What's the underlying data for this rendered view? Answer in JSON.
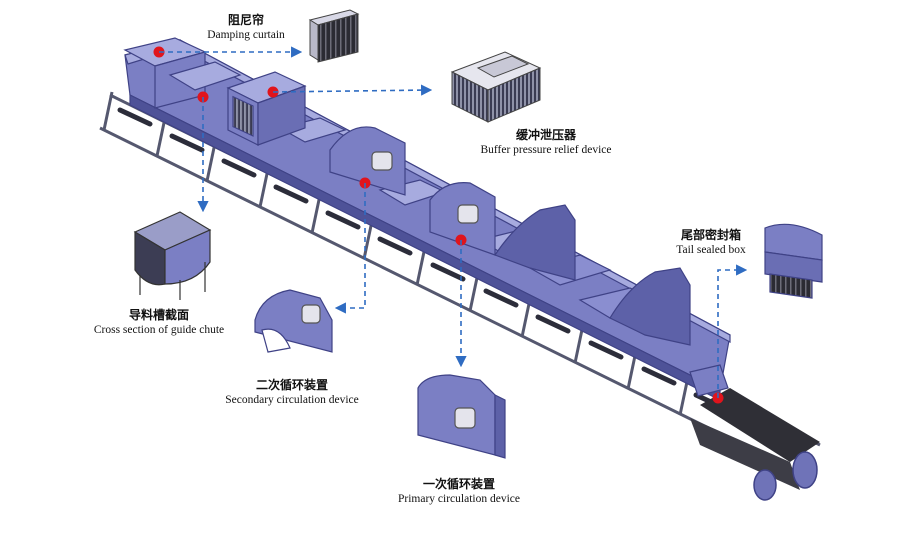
{
  "colors": {
    "machine": "#7b7fc4",
    "machine_dark": "#4e5298",
    "machine_light": "#a7abdf",
    "frame": "#55586f",
    "belt": "#2f2f36",
    "marker": "#e0141c",
    "arrow": "#2f6cc2"
  },
  "labels": {
    "damping_curtain": {
      "zh": "阻尼帘",
      "en": "Damping curtain"
    },
    "buffer_device": {
      "zh": "缓冲泄压器",
      "en": "Buffer pressure relief device"
    },
    "tail_box": {
      "zh": "尾部密封箱",
      "en": "Tail sealed box"
    },
    "guide_chute": {
      "zh": "导料槽截面",
      "en": "Cross section of guide chute"
    },
    "secondary_device": {
      "zh": "二次循环装置",
      "en": "Secondary circulation device"
    },
    "primary_device": {
      "zh": "一次循环装置",
      "en": "Primary circulation device"
    }
  },
  "icons": [
    "callout-marker-icon",
    "dashed-arrow-icon"
  ]
}
